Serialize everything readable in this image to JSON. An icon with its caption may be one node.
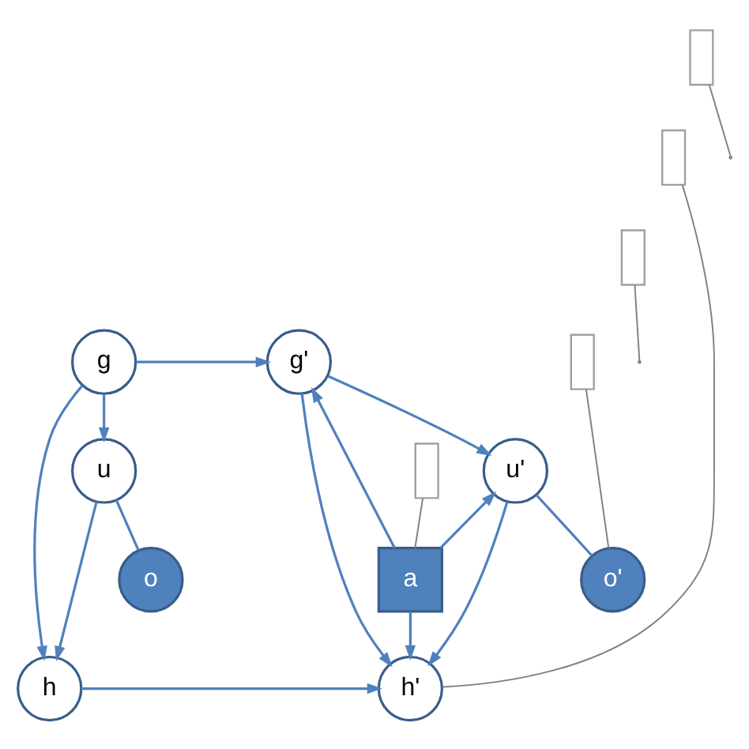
{
  "diagram": {
    "nodes": [
      {
        "text": [
          "g"
        ]
      },
      {
        "text": [
          "g'"
        ]
      },
      {
        "text": [
          "h"
        ]
      },
      {
        "text": [
          "h'"
        ]
      },
      {
        "text": [
          "u"
        ]
      },
      {
        "text": [
          "u'"
        ]
      },
      {
        "text": [
          "o"
        ]
      },
      {
        "text": [
          "a"
        ]
      },
      {
        "text": [
          "o'"
        ]
      },
      {
        "text": [],
        "shape": "box"
      },
      {
        "text": [],
        "shape": "box"
      },
      {
        "text": [],
        "shape": "box"
      },
      {
        "text": [],
        "shape": "box"
      },
      {
        "text": [],
        "shape": "box"
      }
    ],
    "edges": [
      {
        "from": 0,
        "to": 1,
        "arrow": "to"
      },
      {
        "from": 0,
        "to": 2,
        "arrow": "to"
      },
      {
        "from": 0,
        "to": 4,
        "arrow": "to"
      },
      {
        "from": 4,
        "to": 2,
        "arrow": "to"
      },
      {
        "from": 4,
        "to": 6,
        "arrow": "none"
      },
      {
        "from": 2,
        "to": 3,
        "arrow": "to"
      },
      {
        "from": 1,
        "to": 3,
        "arrow": "to"
      },
      {
        "from": 1,
        "to": 5,
        "arrow": "to"
      },
      {
        "from": 5,
        "to": 3,
        "arrow": "to"
      },
      {
        "from": 5,
        "to": 8,
        "arrow": "none"
      },
      {
        "from": 7,
        "to": 1,
        "arrow": "to"
      },
      {
        "from": 7,
        "to": 5,
        "arrow": "to"
      },
      {
        "from": 7,
        "to": 3,
        "arrow": "to"
      },
      {
        "from": 9,
        "to": null,
        "arrow": "none",
        "color": "#808080"
      },
      {
        "from": 10,
        "to": 3,
        "arrow": "none",
        "color": "#808080"
      },
      {
        "from": 11,
        "to": null,
        "arrow": "none",
        "color": "#808080"
      },
      {
        "from": 12,
        "to": 8,
        "arrow": "none",
        "color": "#808080"
      },
      {
        "from": 13,
        "to": 7,
        "arrow": "none",
        "color": "#808080"
      }
    ]
  }
}
